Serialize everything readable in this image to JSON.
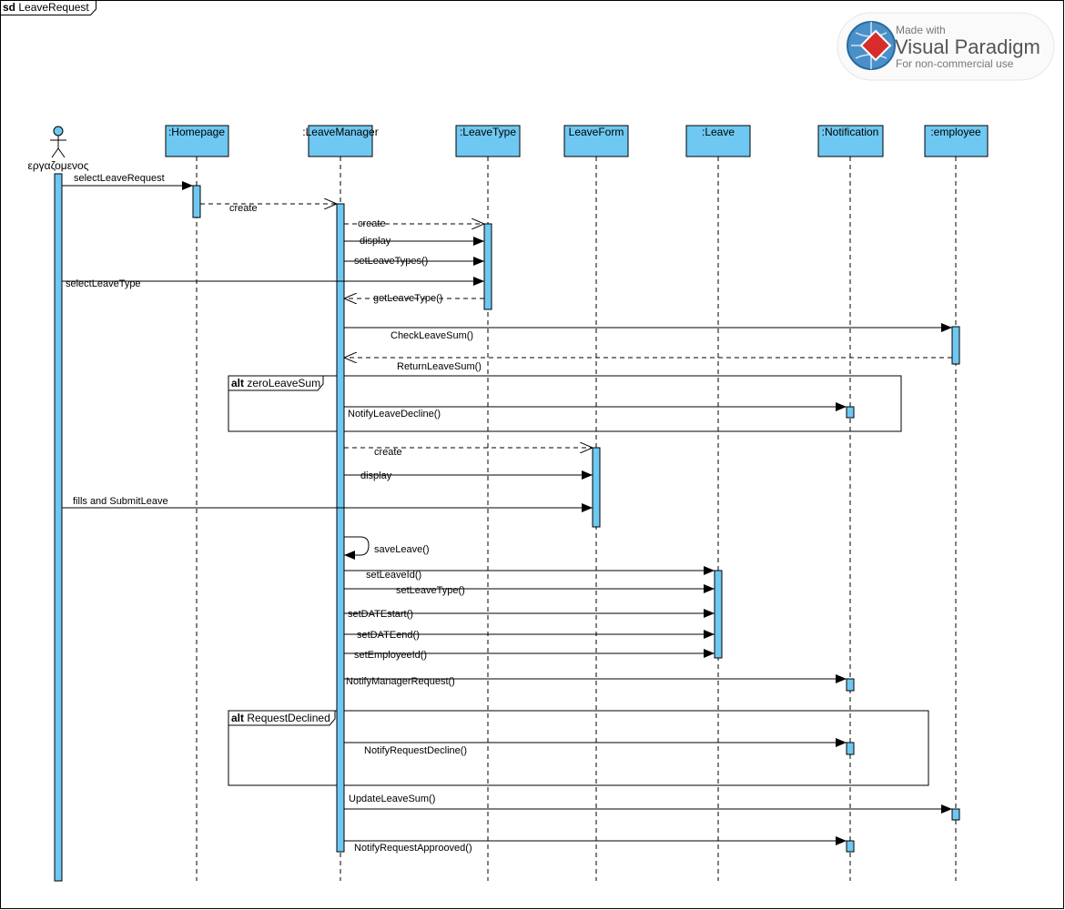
{
  "diagram": {
    "frame_keyword": "sd",
    "frame_name": "LeaveRequest"
  },
  "watermark": {
    "line1": "Made with",
    "line2": "Visual Paradigm",
    "line3": "For non-commercial use"
  },
  "actor": {
    "name": "εργαζομενος"
  },
  "lifelines": [
    {
      "id": "homepage",
      "label": ":Homepage"
    },
    {
      "id": "leavemanager",
      "label": ":LeaveManager"
    },
    {
      "id": "leavetype",
      "label": ":LeaveType"
    },
    {
      "id": "leaveform",
      "label": "LeaveForm"
    },
    {
      "id": "leave",
      "label": ":Leave"
    },
    {
      "id": "notification",
      "label": ":Notification"
    },
    {
      "id": "employee",
      "label": ":employee"
    }
  ],
  "messages": [
    {
      "label": "selectLeaveRequest"
    },
    {
      "label": "create"
    },
    {
      "label": "create"
    },
    {
      "label": "display"
    },
    {
      "label": "setLeaveTypes()"
    },
    {
      "label": "selectLeaveType"
    },
    {
      "label": "getLeaveType()"
    },
    {
      "label": "CheckLeaveSum()"
    },
    {
      "label": "ReturnLeaveSum()"
    },
    {
      "label": "NotifyLeaveDecline()"
    },
    {
      "label": "create"
    },
    {
      "label": "display"
    },
    {
      "label": "fills and SubmitLeave"
    },
    {
      "label": "saveLeave()"
    },
    {
      "label": "setLeaveId()"
    },
    {
      "label": "setLeaveType()"
    },
    {
      "label": "setDATEstart()"
    },
    {
      "label": "setDATEend()"
    },
    {
      "label": "setEmployeeId()"
    },
    {
      "label": "NotifyManagerRequest()"
    },
    {
      "label": "NotifyRequestDecline()"
    },
    {
      "label": "UpdateLeaveSum()"
    },
    {
      "label": "NotifyRequestApprooved()"
    }
  ],
  "fragments": [
    {
      "operator": "alt",
      "guard": "zeroLeaveSum"
    },
    {
      "operator": "alt",
      "guard": "RequestDeclined"
    }
  ],
  "colors": {
    "box_fill": "#6ec8f2",
    "line": "#000000"
  }
}
